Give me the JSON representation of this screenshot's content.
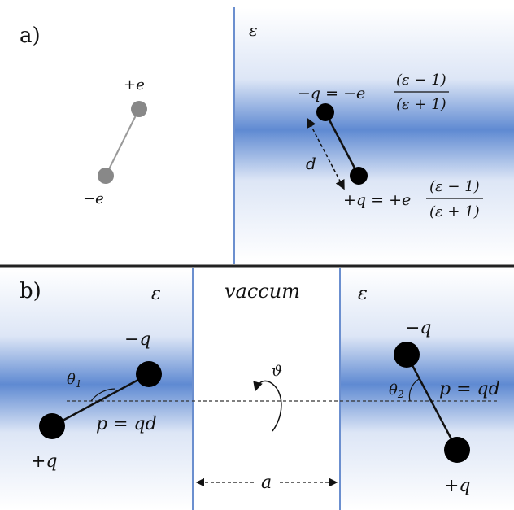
{
  "panel_a": {
    "label": "a)",
    "medium_label": "ε",
    "vacuum_plus_charge": "+e",
    "vacuum_minus_charge": "−e",
    "image_minus": {
      "lhs": "−q = −e",
      "num": "(ε − 1)",
      "den": "(ε + 1)"
    },
    "image_plus": {
      "lhs": "+q = +e",
      "num": "(ε − 1)",
      "den": "(ε + 1)"
    },
    "distance_label": "d"
  },
  "panel_b": {
    "label": "b)",
    "left_medium_label": "ε",
    "gap_label": "vaccum",
    "right_medium_label": "ε",
    "left_minus": "−q",
    "left_plus": "+q",
    "left_moment": "p = qd",
    "left_angle": "θ",
    "left_angle_sub": "1",
    "rotation_label": "ϑ",
    "right_minus": "−q",
    "right_plus": "+q",
    "right_moment": "p = qd",
    "right_angle": "θ",
    "right_angle_sub": "2",
    "separation_label": "a"
  },
  "colors": {
    "medium_blue": "#4a78c8",
    "boundary": "#6b8fcf",
    "vacuum_charge": "#888888",
    "charge": "#000000",
    "divider": "#222222"
  }
}
